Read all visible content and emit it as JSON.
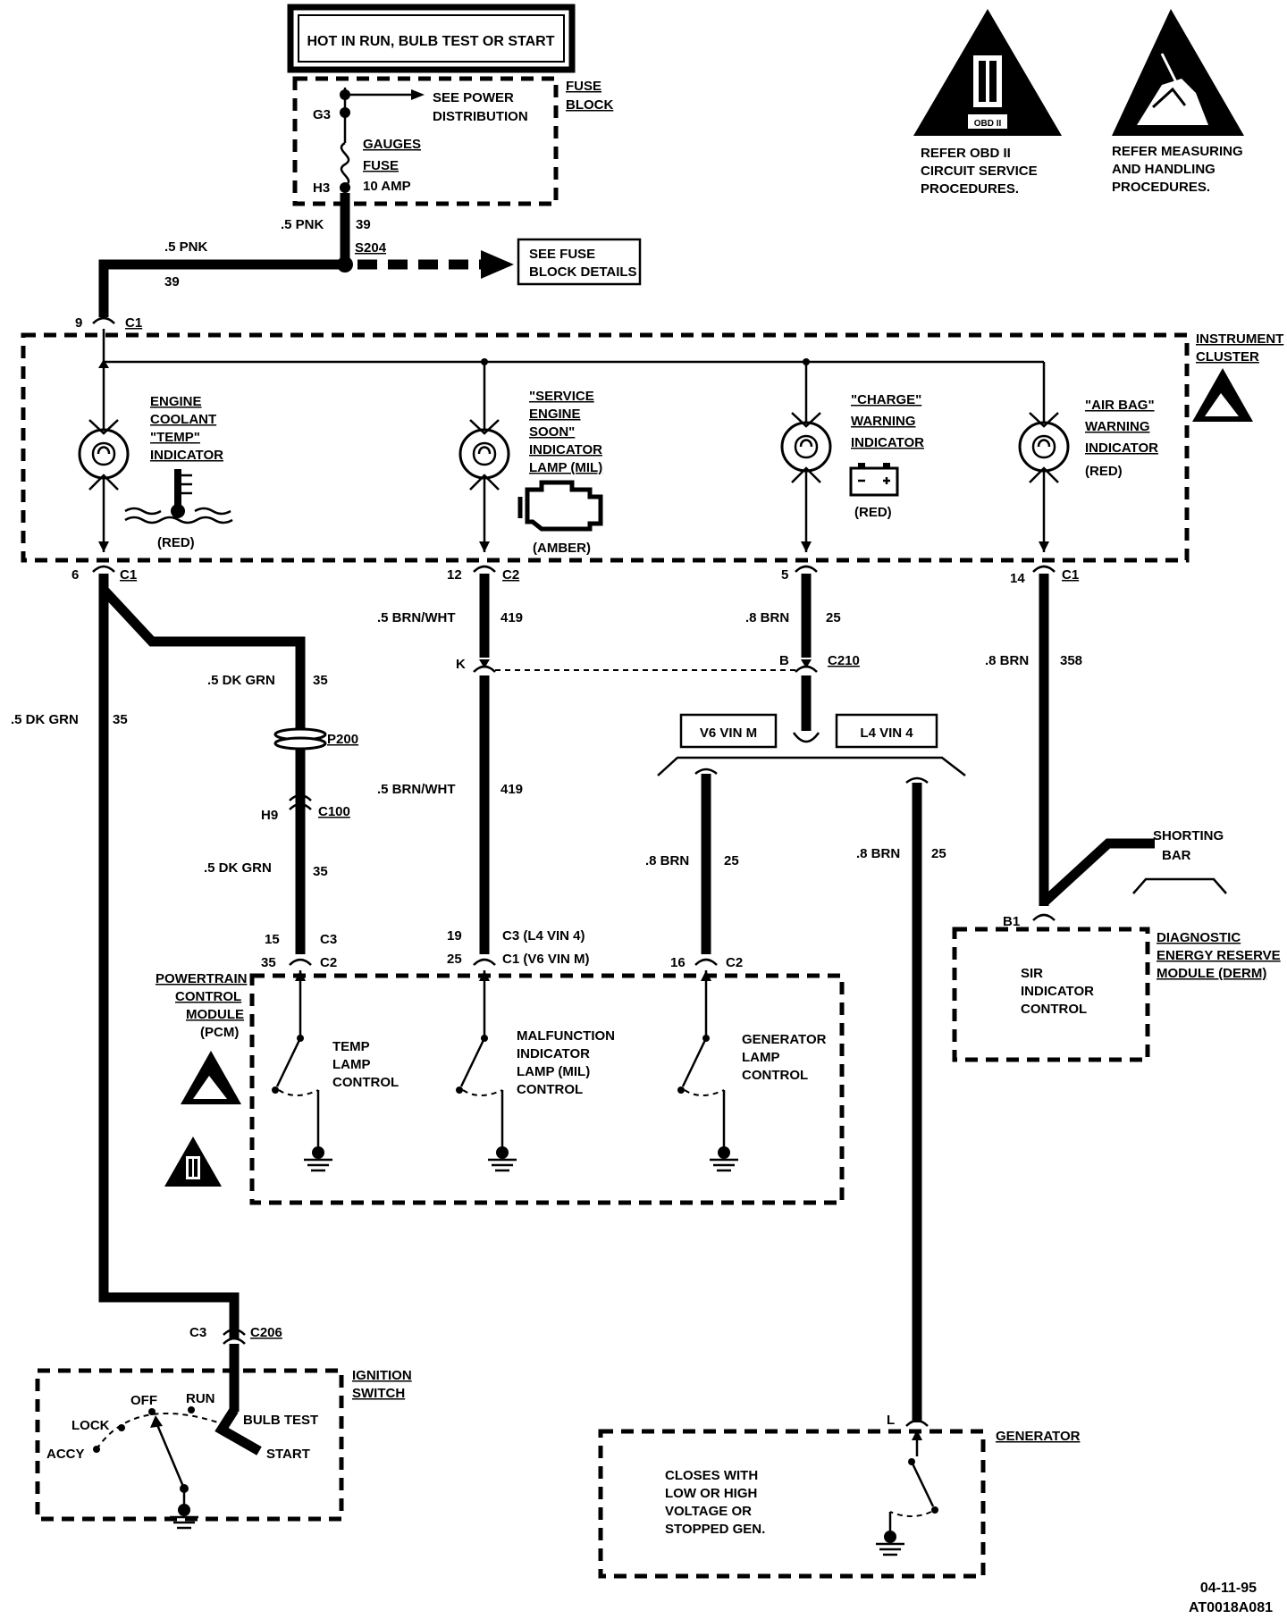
{
  "header": {
    "title": "HOT IN RUN, BULB TEST OR START"
  },
  "fuse_block": {
    "label_1": "FUSE",
    "label_2": "BLOCK",
    "pin_top": "G3",
    "pin_bottom": "H3",
    "power_ref_1": "SEE POWER",
    "power_ref_2": "DISTRIBUTION",
    "fuse_name_1": "GAUGES",
    "fuse_name_2": "FUSE",
    "fuse_rating": "10 AMP"
  },
  "warnings": {
    "obd_1": "REFER  OBD II",
    "obd_2": "CIRCUIT SERVICE",
    "obd_3": "PROCEDURES.",
    "obd_badge": "OBD II",
    "esd_1": "REFER MEASURING",
    "esd_2": "AND HANDLING",
    "esd_3": "PROCEDURES."
  },
  "feed": {
    "wire_top": ".5 PNK",
    "circuit_top": "39",
    "wire_left": ".5 PNK",
    "circuit_left": "39",
    "splice": "S204",
    "fuse_details_1": "SEE FUSE",
    "fuse_details_2": "BLOCK DETAILS",
    "c1_pin": "9",
    "c1_name": "C1"
  },
  "cluster": {
    "label_1": "INSTRUMENT",
    "label_2": "CLUSTER",
    "coolant": {
      "l1": "ENGINE",
      "l2": "COOLANT",
      "l3": "\"TEMP\"",
      "l4": "INDICATOR",
      "color": "(RED)"
    },
    "ses": {
      "l1": "\"SERVICE",
      "l2": "ENGINE",
      "l3": "SOON\"",
      "l4": "INDICATOR",
      "l5": "LAMP (MIL)",
      "color": "(AMBER)"
    },
    "charge": {
      "l1": "\"CHARGE\"",
      "l2": "WARNING",
      "l3": "INDICATOR",
      "color": "(RED)"
    },
    "airbag": {
      "l1": "\"AIR BAG\"",
      "l2": "WARNING",
      "l3": "INDICATOR",
      "color": "(RED)"
    }
  },
  "connectors": {
    "c1_6_pin": "6",
    "c1_6_name": "C1",
    "c2_12_pin": "12",
    "c2_12_name": "C2",
    "c_5_pin": "5",
    "c1_14_pin": "14",
    "c1_14_name": "C1",
    "k_pin": "K",
    "b_pin": "B",
    "c210": "C210",
    "p200": "P200",
    "h9_pin": "H9",
    "c100": "C100",
    "c3_pin": "C3",
    "c206": "C206",
    "b1_pin": "B1",
    "l_pin": "L"
  },
  "wires": {
    "dkgrn_a": ".5 DK GRN",
    "dkgrn_a_c": "35",
    "dkgrn_b": ".5 DK GRN",
    "dkgrn_b_c": "35",
    "dkgrn_c": ".5 DK GRN",
    "dkgrn_c_c": "35",
    "brnwht_a": ".5 BRN/WHT",
    "brnwht_a_c": "419",
    "brnwht_b": ".5 BRN/WHT",
    "brnwht_b_c": "419",
    "brn_a": ".8 BRN",
    "brn_a_c": "25",
    "brn_b": ".8 BRN",
    "brn_b_c": "25",
    "brn_c": ".8 BRN",
    "brn_c_c": "25",
    "brn_d": ".8 BRN",
    "brn_d_c": "358"
  },
  "vin": {
    "v6": "V6  VIN  M",
    "l4": "L4  VIN  4"
  },
  "pcm": {
    "l1": "POWERTRAIN",
    "l2": "CONTROL",
    "l3": "MODULE",
    "l4": "(PCM)",
    "pin15": "15",
    "c3": "C3",
    "pin35": "35",
    "c2": "C2",
    "pin19": "19",
    "c3_l4": "C3  (L4  VIN  4)",
    "pin25": "25",
    "c1_v6": "C1  (V6  VIN  M)",
    "pin16": "16",
    "c2b": "C2",
    "temp_1": "TEMP",
    "temp_2": "LAMP",
    "temp_3": "CONTROL",
    "mil_1": "MALFUNCTION",
    "mil_2": "INDICATOR",
    "mil_3": "LAMP  (MIL)",
    "mil_4": "CONTROL",
    "gen_1": "GENERATOR",
    "gen_2": "LAMP",
    "gen_3": "CONTROL"
  },
  "derm": {
    "shorting_1": "SHORTING",
    "shorting_2": "BAR",
    "l1": "DIAGNOSTIC",
    "l2": "ENERGY RESERVE",
    "l3": "MODULE  (DERM)",
    "sir_1": "SIR",
    "sir_2": "INDICATOR",
    "sir_3": "CONTROL"
  },
  "ignition": {
    "l1": "IGNITION",
    "l2": "SWITCH",
    "off": "OFF",
    "run": "RUN",
    "lock": "LOCK",
    "accy": "ACCY",
    "bulb": "BULB TEST",
    "start": "START"
  },
  "generator": {
    "label": "GENERATOR",
    "n1": "CLOSES  WITH",
    "n2": "LOW  OR  HIGH",
    "n3": "VOLTAGE  OR",
    "n4": "STOPPED  GEN."
  },
  "footer": {
    "date": "04-11-95",
    "code": "AT0018A081"
  }
}
